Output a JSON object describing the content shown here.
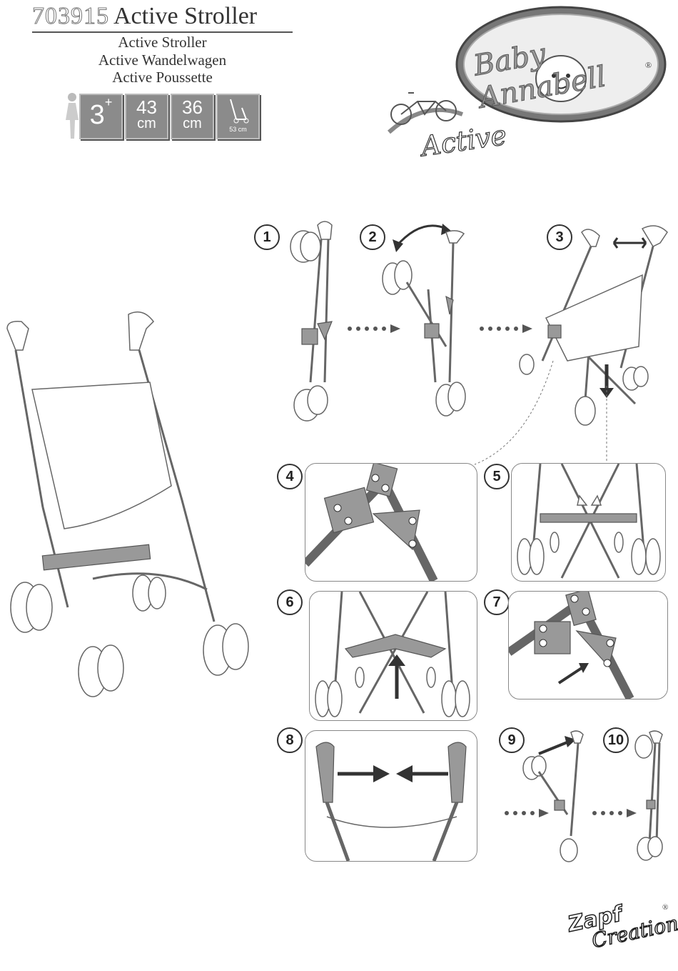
{
  "header": {
    "article_number": "703915",
    "title": "Active Stroller",
    "subtitles": [
      "Active Stroller",
      "Active Wandelwagen",
      "Active Poussette"
    ]
  },
  "badges": {
    "age": "3",
    "age_suffix": "+",
    "dim1_value": "43",
    "dim1_unit": "cm",
    "dim2_value": "36",
    "dim2_unit": "cm",
    "handle_height": "53 cm"
  },
  "brand": {
    "logo_text": "Baby Annabell",
    "registered": "®",
    "line": "Active",
    "manufacturer": "Zapf Creation",
    "manufacturer_top": "Zapf",
    "manufacturer_bottom": "Creation"
  },
  "steps": [
    "1",
    "2",
    "3",
    "4",
    "5",
    "6",
    "7",
    "8",
    "9",
    "10"
  ],
  "colors": {
    "line": "#555555",
    "grey_fill": "#999999",
    "panel_border": "#888888"
  }
}
